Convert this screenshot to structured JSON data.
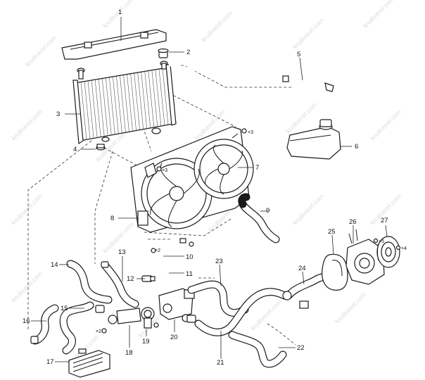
{
  "watermark": "kruiliverel.com",
  "callouts": {
    "c1": "1",
    "c2": "2",
    "c3": "3",
    "c4": "4",
    "c5": "5",
    "c6": "6",
    "c7": "7",
    "c8": "8",
    "c9": "9",
    "c10": "10",
    "c11": "11",
    "c12": "12",
    "c13": "13",
    "c14": "14",
    "c15": "15",
    "c16": "16",
    "c17": "17",
    "c18": "18",
    "c19": "19",
    "c20": "20",
    "c21": "21",
    "c22": "22",
    "c23": "23",
    "c24": "24",
    "c25": "25",
    "c26": "26",
    "c27": "27"
  },
  "quantities": {
    "fan_bolts_top": "×3",
    "fan_bolts_left": "×3",
    "bracket_bolts": "×2",
    "bypass_bolts": "×2",
    "pump_bolts": "×5",
    "pulley_bolts": "×4"
  }
}
